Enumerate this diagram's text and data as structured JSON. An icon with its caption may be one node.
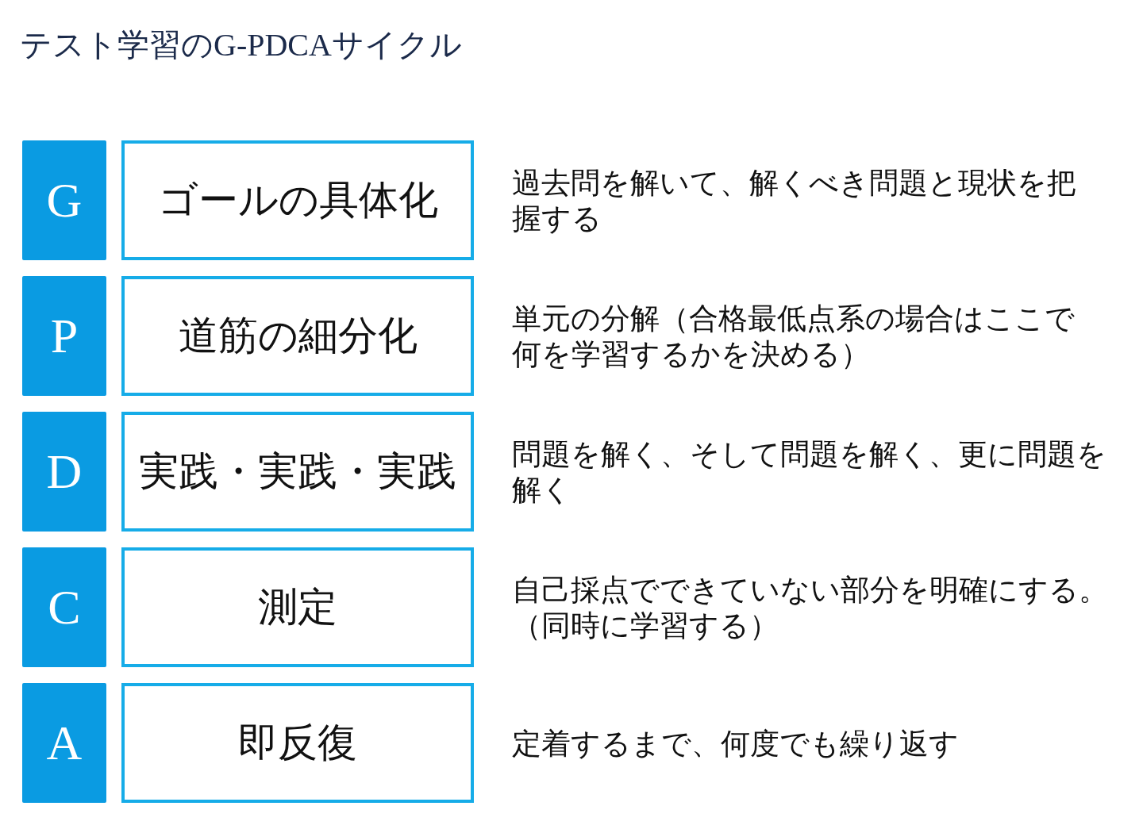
{
  "diagram": {
    "title": "テスト学習のG-PDCAサイクル",
    "nodes": [
      {
        "text": [
          "G"
        ]
      },
      {
        "text": [
          "ゴールの具体化"
        ],
        "beside": [
          "過去問を解いて、解くべき問題と現状を把握する"
        ]
      },
      {
        "text": [
          "P"
        ]
      },
      {
        "text": [
          "道筋の細分化"
        ],
        "beside": [
          "単元の分解（合格最低点系の場合はここで何を学習するかを決める）"
        ]
      },
      {
        "text": [
          "D"
        ]
      },
      {
        "text": [
          "実践・実践・実践"
        ],
        "beside": [
          "問題を解く、そして問題を解く、更に問題を解く"
        ]
      },
      {
        "text": [
          "C"
        ]
      },
      {
        "text": [
          "測定"
        ],
        "beside": [
          "自己採点でできていない部分を明確にする。（同時に学習する）"
        ]
      },
      {
        "text": [
          "A"
        ]
      },
      {
        "text": [
          "即反復"
        ],
        "beside": [
          "定着するまで、何度でも繰り返す"
        ]
      }
    ]
  }
}
